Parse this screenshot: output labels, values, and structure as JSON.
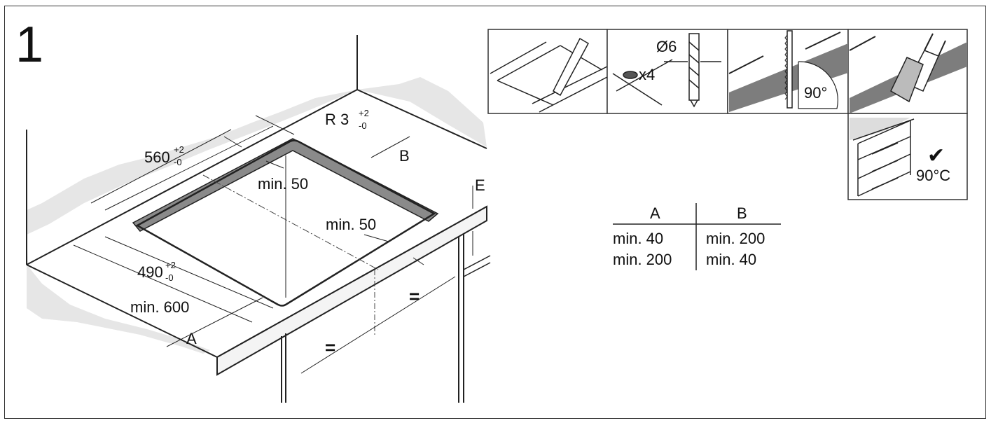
{
  "step_number": "1",
  "main_drawing": {
    "radius_label": "R 3",
    "radius_tol_upper": "+2",
    "radius_tol_lower": "-0",
    "width_label": "560",
    "width_tol_upper": "+2",
    "width_tol_lower": "-0",
    "depth_label": "490",
    "depth_tol_upper": "+2",
    "depth_tol_lower": "-0",
    "min_back_label": "min. 50",
    "min_side_label": "min. 50",
    "min_600_label": "min. 600",
    "label_a": "A",
    "label_b": "B",
    "label_e": "E",
    "equal_sign_1": "=",
    "equal_sign_2": "="
  },
  "steps_panel": {
    "drill_diameter": "Ø6",
    "hole_count": "x4",
    "saw_angle": "90°",
    "temperature": "90°C",
    "check_mark": "✔"
  },
  "clearance_table": {
    "headers": [
      "A",
      "B"
    ],
    "rows": [
      [
        "min. 40",
        "min. 200"
      ],
      [
        "min. 200",
        "min. 40"
      ]
    ]
  }
}
